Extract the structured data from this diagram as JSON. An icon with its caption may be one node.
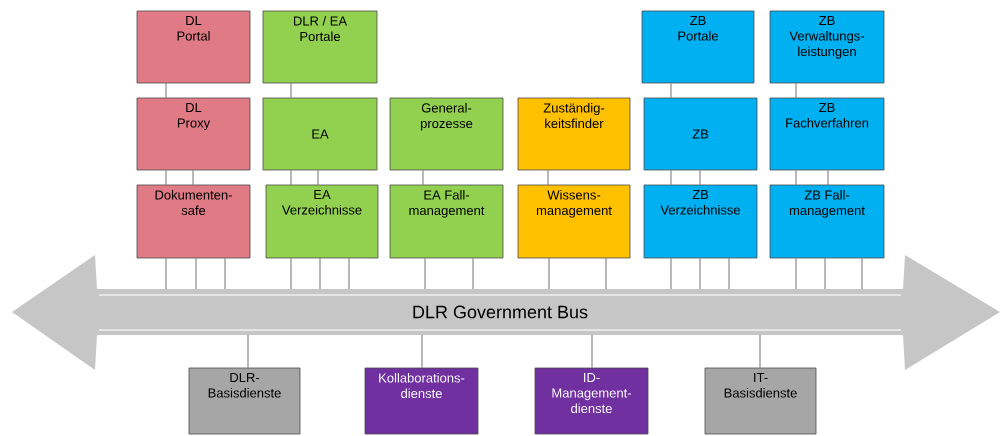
{
  "diagram": {
    "nodes": [
      {
        "text": [
          "DL Portal"
        ]
      },
      {
        "text": [
          "DLR / EA Portale"
        ]
      },
      {
        "text": [
          "ZB Portale"
        ]
      },
      {
        "text": [
          "ZB Verwaltungs- leistungen"
        ]
      },
      {
        "text": [
          "DL Proxy"
        ]
      },
      {
        "text": [
          "EA"
        ]
      },
      {
        "text": [
          "General- prozesse"
        ]
      },
      {
        "text": [
          "Zuständig- keitsfinder"
        ]
      },
      {
        "text": [
          "ZB"
        ]
      },
      {
        "text": [
          "ZB Fachverfahren"
        ]
      },
      {
        "text": [
          "Dokumenten- safe"
        ]
      },
      {
        "text": [
          "EA Verzeichnisse"
        ]
      },
      {
        "text": [
          "EA Fall- management"
        ]
      },
      {
        "text": [
          "Wissens- management"
        ]
      },
      {
        "text": [
          "ZB Verzeichnisse"
        ]
      },
      {
        "text": [
          "ZB Fall- management"
        ]
      },
      {
        "text": [
          "DLR Government Bus"
        ]
      },
      {
        "text": [
          "DLR- Basisdienste"
        ]
      },
      {
        "text": [
          "Kollaborations- dienste"
        ]
      },
      {
        "text": [
          "ID- Management- dienste"
        ]
      },
      {
        "text": [
          "IT- Basisdienste"
        ]
      }
    ],
    "edges": [
      {
        "from": 0,
        "to": 4,
        "arrow": "none"
      },
      {
        "from": 4,
        "to": 10,
        "arrow": "none"
      },
      {
        "from": 4,
        "to": 10,
        "arrow": "none"
      },
      {
        "from": 1,
        "to": 5,
        "arrow": "none"
      },
      {
        "from": 5,
        "to": 11,
        "arrow": "none"
      },
      {
        "from": 5,
        "to": 11,
        "arrow": "none"
      },
      {
        "from": 6,
        "to": 12,
        "arrow": "none"
      },
      {
        "from": 7,
        "to": 13,
        "arrow": "none"
      },
      {
        "from": 2,
        "to": 8,
        "arrow": "none"
      },
      {
        "from": 8,
        "to": 14,
        "arrow": "none"
      },
      {
        "from": 8,
        "to": 14,
        "arrow": "none"
      },
      {
        "from": 3,
        "to": 9,
        "arrow": "none"
      },
      {
        "from": 9,
        "to": 15,
        "arrow": "none"
      },
      {
        "from": 9,
        "to": 15,
        "arrow": "none"
      },
      {
        "from": 10,
        "to": 16,
        "arrow": "none"
      },
      {
        "from": 10,
        "to": 16,
        "arrow": "none"
      },
      {
        "from": 10,
        "to": 16,
        "arrow": "none"
      },
      {
        "from": 11,
        "to": 16,
        "arrow": "none"
      },
      {
        "from": 11,
        "to": 16,
        "arrow": "none"
      },
      {
        "from": 11,
        "to": 16,
        "arrow": "none"
      },
      {
        "from": 12,
        "to": 16,
        "arrow": "none"
      },
      {
        "from": 12,
        "to": 16,
        "arrow": "none"
      },
      {
        "from": 13,
        "to": 16,
        "arrow": "none"
      },
      {
        "from": 13,
        "to": 16,
        "arrow": "none"
      },
      {
        "from": 14,
        "to": 16,
        "arrow": "none"
      },
      {
        "from": 14,
        "to": 16,
        "arrow": "none"
      },
      {
        "from": 14,
        "to": 16,
        "arrow": "none"
      },
      {
        "from": 15,
        "to": 16,
        "arrow": "none"
      },
      {
        "from": 15,
        "to": 16,
        "arrow": "none"
      },
      {
        "from": 15,
        "to": 16,
        "arrow": "none"
      },
      {
        "from": 16,
        "to": 17,
        "arrow": "none"
      },
      {
        "from": 16,
        "to": 18,
        "arrow": "none"
      },
      {
        "from": 16,
        "to": 19,
        "arrow": "none"
      },
      {
        "from": 16,
        "to": 20,
        "arrow": "none"
      }
    ]
  }
}
